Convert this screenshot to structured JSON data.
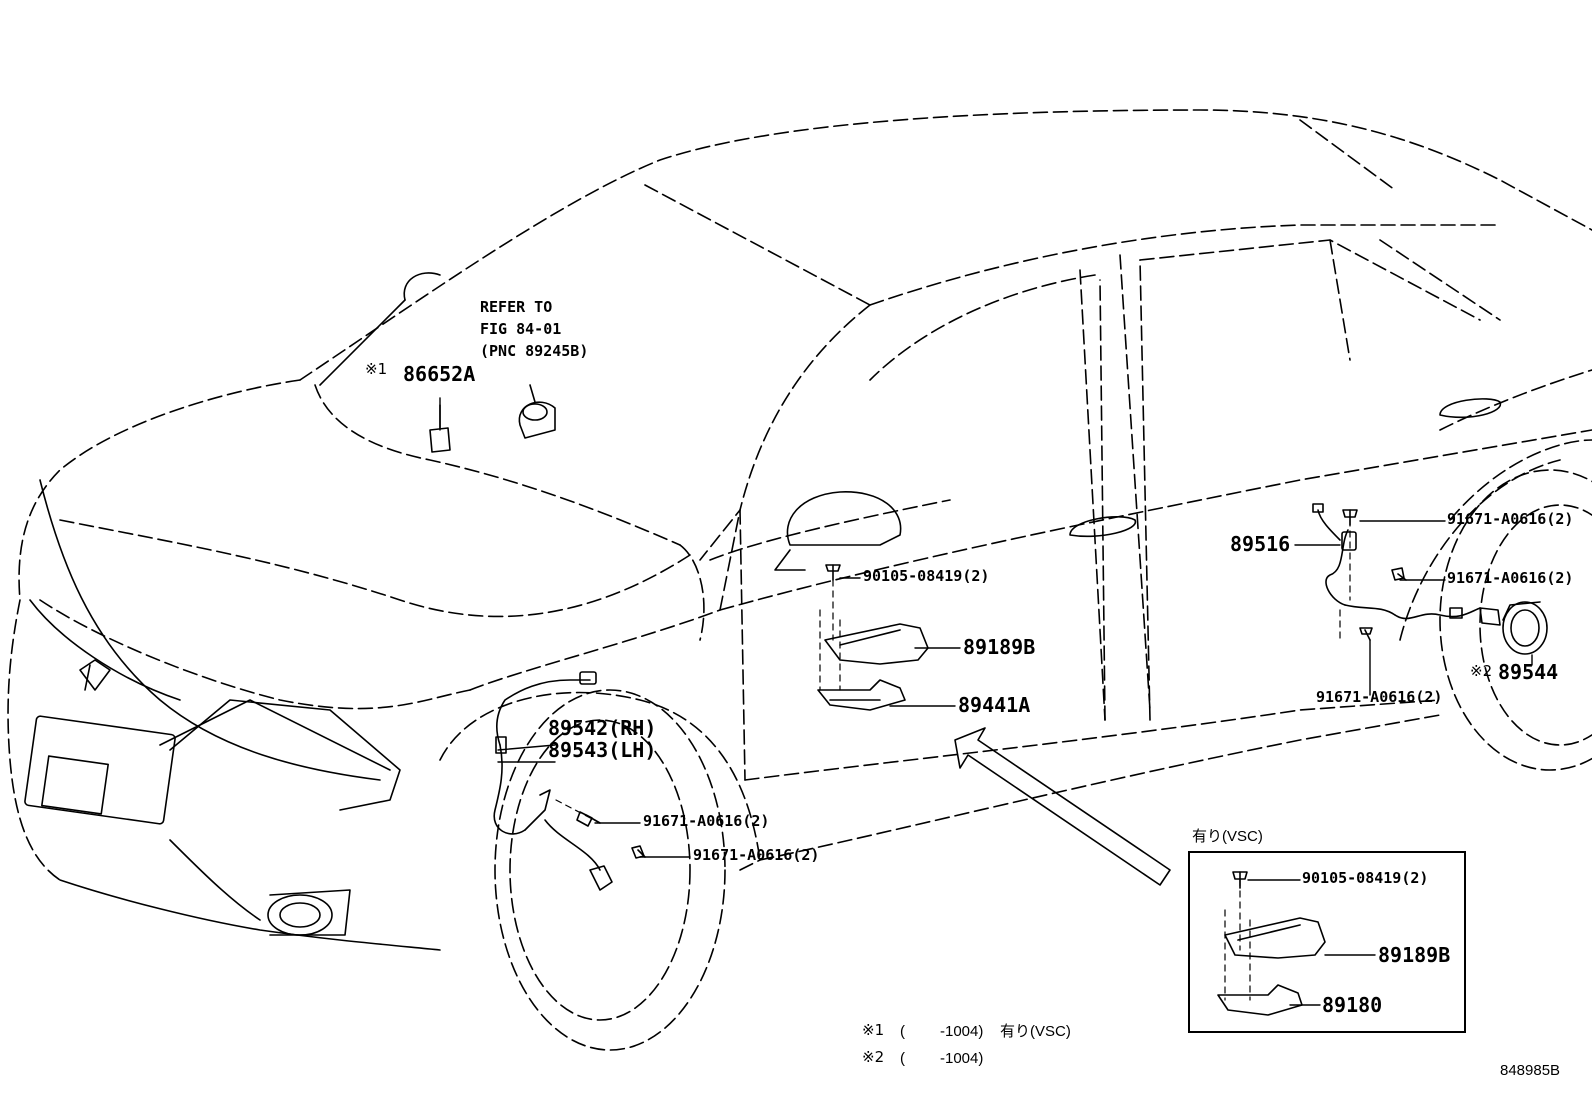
{
  "refer": {
    "line1": "REFER TO",
    "line2": "FIG 84-01",
    "line3": "(PNC 89245B)"
  },
  "parts": {
    "p86652a": "86652A",
    "p89542": "89542(RH)",
    "p89543": "89543(LH)",
    "p91671_a": "91671-A0616(2)",
    "p91671_b": "91671-A0616(2)",
    "p90105": "90105-08419(2)",
    "p89189b": "89189B",
    "p89441a": "89441A",
    "p89516": "89516",
    "p91671_c": "91671-A0616(2)",
    "p91671_d": "91671-A0616(2)",
    "p91671_e": "91671-A0616(2)",
    "p89544": "89544"
  },
  "marks": {
    "m1": "※1",
    "m2": "※2"
  },
  "inset": {
    "title": "有り(VSC)",
    "p90105": "90105-08419(2)",
    "p89189b": "89189B",
    "p89180": "89180"
  },
  "notes": {
    "n1_mark": "※1",
    "n1_open": "(",
    "n1_range": "-1004)",
    "n1_text": "有り(VSC)",
    "n2_mark": "※2",
    "n2_open": "(",
    "n2_range": "-1004)"
  },
  "figure_id": "848985B"
}
